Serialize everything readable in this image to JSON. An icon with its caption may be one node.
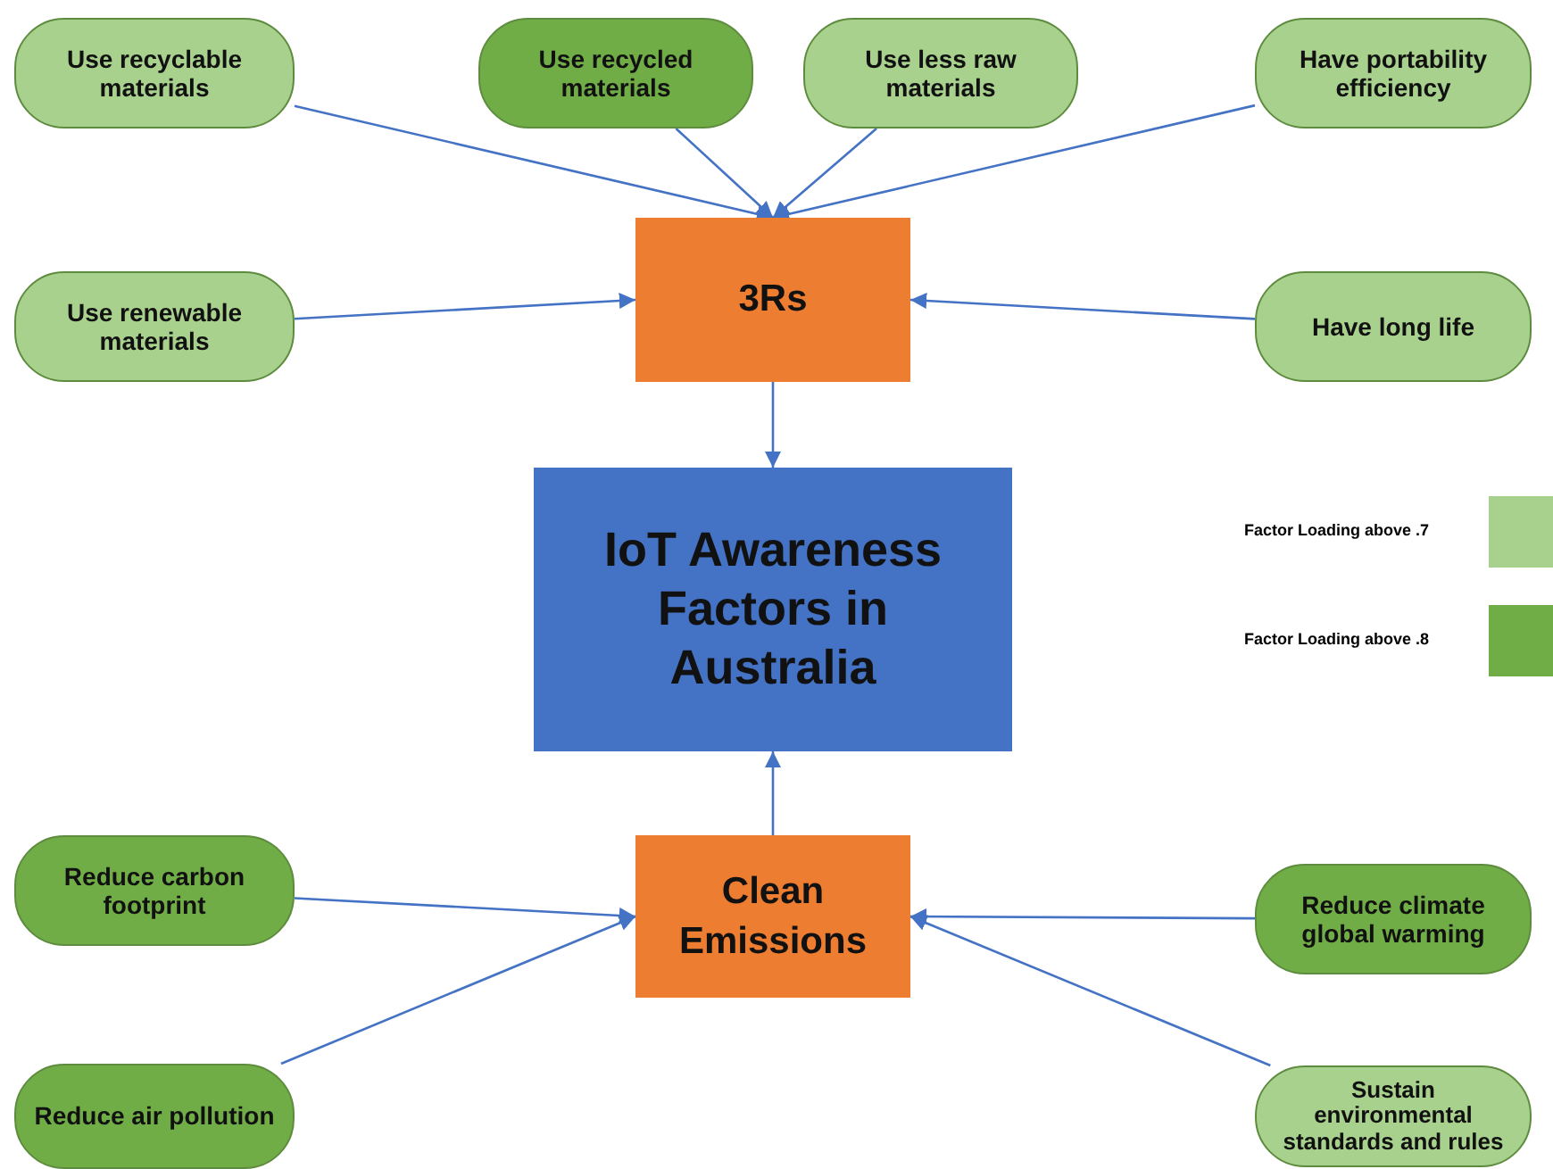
{
  "diagram": {
    "nodes": [
      {
        "text": [
          "Use recyclable materials"
        ]
      },
      {
        "text": [
          "Use recycled materials"
        ]
      },
      {
        "text": [
          "Use less raw materials"
        ]
      },
      {
        "text": [
          "Have portability efficiency"
        ]
      },
      {
        "text": [
          "3Rs"
        ]
      },
      {
        "text": [
          "Use renewable materials"
        ]
      },
      {
        "text": [
          "Have long life"
        ]
      },
      {
        "text": [
          "IoT Awareness Factors in Australia"
        ]
      },
      {
        "text": [
          "Clean Emissions"
        ]
      },
      {
        "text": [
          "Reduce carbon footprint"
        ]
      },
      {
        "text": [
          "Reduce climate global warming"
        ]
      },
      {
        "text": [
          "Reduce air pollution"
        ]
      },
      {
        "text": [
          "Sustain environmental standards and rules"
        ]
      }
    ],
    "edges": [
      {
        "from": 0,
        "to": 4,
        "arrow": "to"
      },
      {
        "from": 1,
        "to": 4,
        "arrow": "to"
      },
      {
        "from": 2,
        "to": 4,
        "arrow": "to"
      },
      {
        "from": 3,
        "to": 4,
        "arrow": "to"
      },
      {
        "from": 5,
        "to": 4,
        "arrow": "to"
      },
      {
        "from": 6,
        "to": 4,
        "arrow": "to"
      },
      {
        "from": 4,
        "to": 7,
        "arrow": "to"
      },
      {
        "from": 8,
        "to": 7,
        "arrow": "to"
      },
      {
        "from": 9,
        "to": 8,
        "arrow": "to"
      },
      {
        "from": 10,
        "to": 8,
        "arrow": "to"
      },
      {
        "from": 11,
        "to": 8,
        "arrow": "to"
      },
      {
        "from": 12,
        "to": 8,
        "arrow": "to"
      }
    ],
    "legend": [
      {
        "text": "Factor Loading above .7",
        "color": "#a9d18e"
      },
      {
        "text": "Factor Loading above .8",
        "color": "#70ad47"
      }
    ]
  }
}
